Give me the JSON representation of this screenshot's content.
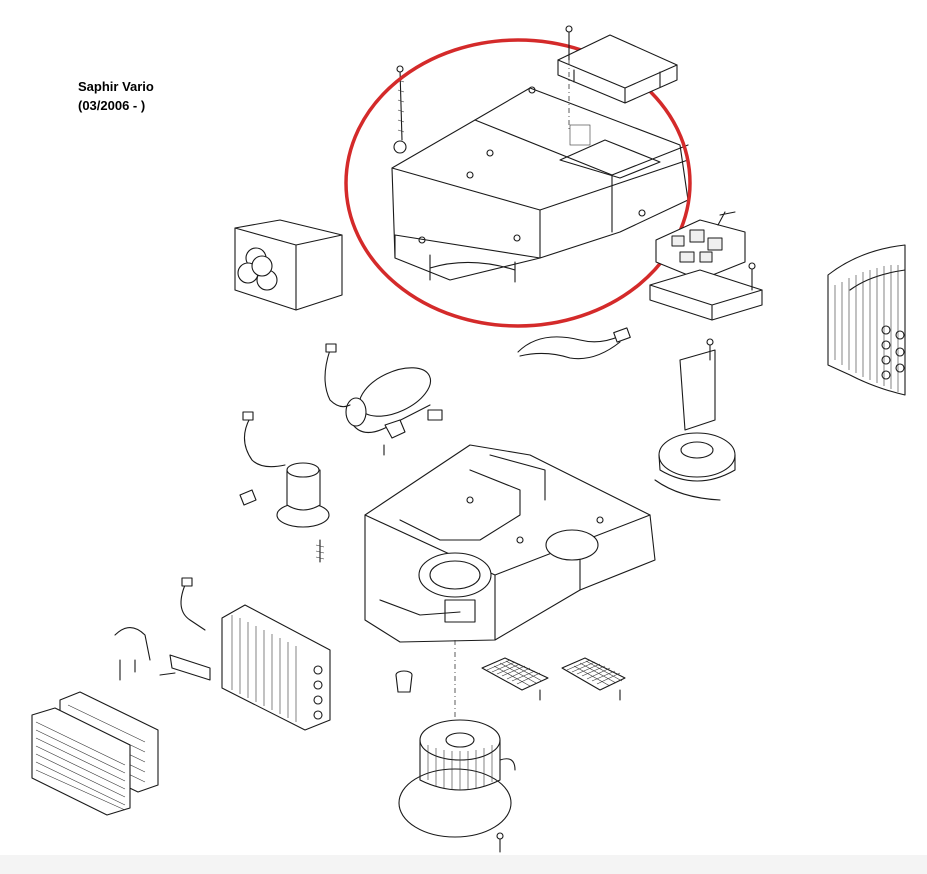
{
  "title": {
    "model": "Saphir Vario",
    "period": "(03/2006 - )"
  },
  "colors": {
    "highlight": "#d42a2a",
    "line": "#1a1a1a",
    "background": "#ffffff"
  },
  "icons": {
    "highlight": "highlight-ellipse"
  }
}
